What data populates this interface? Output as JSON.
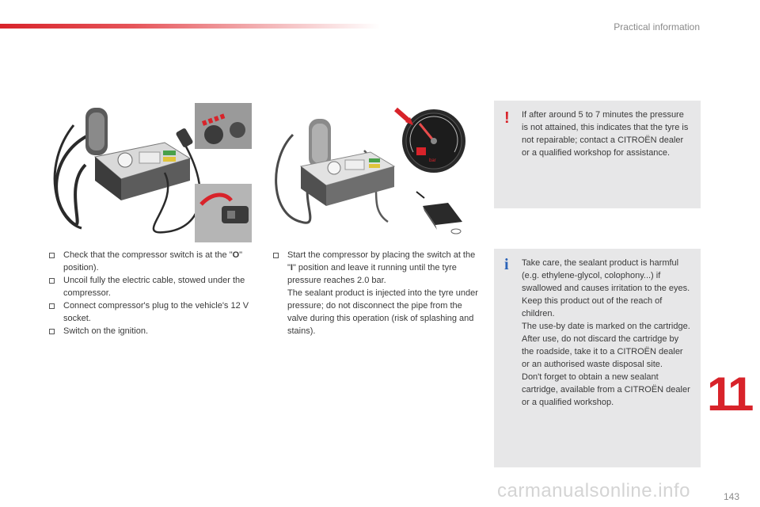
{
  "header": {
    "section_title": "Practical information",
    "accent_color": "#d8232a"
  },
  "chapter": {
    "number": "11"
  },
  "footer": {
    "page_number": "143",
    "watermark": "carmanualsonline.info"
  },
  "figures": {
    "left": {
      "icon": "compressor-and-socket-illustration"
    },
    "middle": {
      "icon": "compressor-and-pressure-gauge-illustration",
      "gauge_unit": "bar"
    }
  },
  "left_steps": [
    {
      "prefix": "Check that the compressor switch is at the \"",
      "symbol": "O",
      "suffix": "\" position)."
    },
    {
      "text": "Uncoil fully the electric cable, stowed under the compressor."
    },
    {
      "text": "Connect compressor's plug to the vehicle's 12 V socket."
    },
    {
      "text": "Switch on the ignition."
    }
  ],
  "middle_steps": [
    {
      "prefix": "Start the compressor by placing the switch at the \"",
      "symbol": "I",
      "suffix": "\" position and leave it running until the tyre pressure reaches 2.0 bar.",
      "continuation": "The sealant product is injected into the tyre under pressure; do not disconnect the pipe from the valve during this operation (risk of splashing and stains)."
    }
  ],
  "warning": {
    "icon": "warning-exclamation-icon",
    "text": "If after around 5 to 7 minutes the pressure is not attained, this indicates that the tyre is not repairable; contact a CITROËN dealer or a qualified workshop for assistance."
  },
  "info": {
    "icon": "info-icon",
    "paragraphs": [
      "Take care, the sealant product is harmful (e.g. ethylene-glycol, colophony...) if swallowed and causes irritation to the eyes.",
      "Keep this product out of the reach of children.",
      "The use-by date is marked on the cartridge.",
      "After use, do not discard the cartridge by the roadside, take it to a CITROËN dealer or an authorised waste disposal site.",
      "Don't forget to obtain a new sealant cartridge, available from a CITROËN dealer or a qualified workshop."
    ]
  }
}
